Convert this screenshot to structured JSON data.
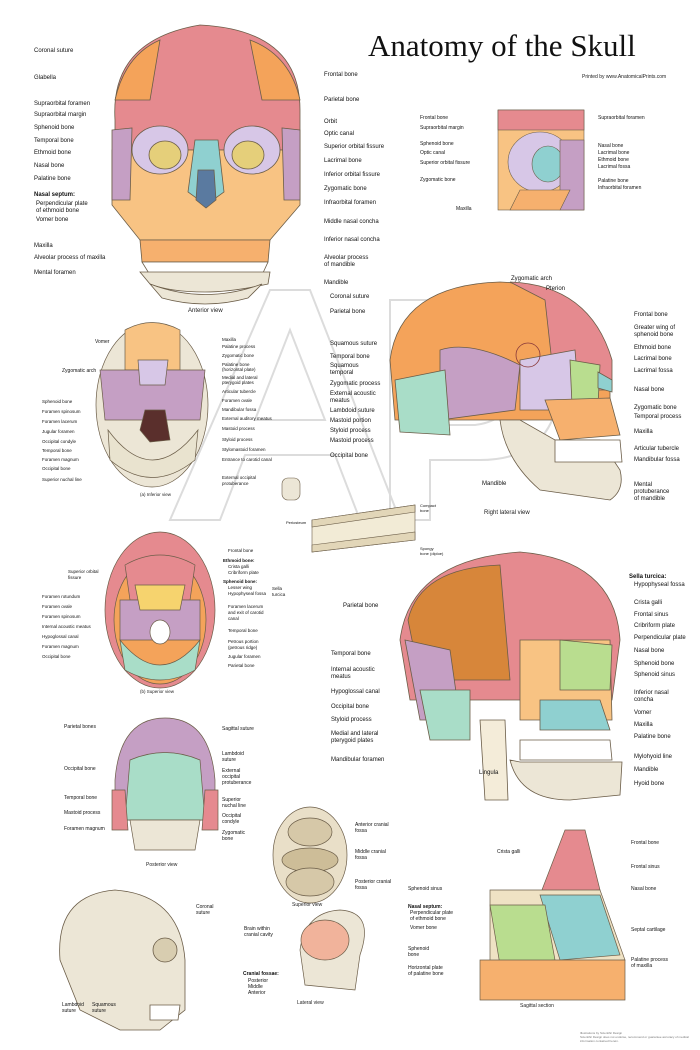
{
  "header": {
    "title": "Anatomy of the Skull",
    "credit": "Printed by www.AnatomicalPrints.com",
    "watermark": "AP"
  },
  "footer": {
    "line1": "Illustrations by Scientific Design",
    "line2": "Scientific Design does not endorse, recommend or guarantee accuracy of medical information contained herein."
  },
  "anterior": {
    "caption": "Anterior view",
    "left_labels": [
      "Coronal suture",
      "Glabella",
      "Supraorbital foramen",
      "Supraorbital margin",
      "Sphenoid bone",
      "Temporal bone",
      "Ethmoid bone",
      "Nasal bone",
      "Palatine bone",
      "Nasal septum:",
      "Perpendicular plate",
      "of ethmoid bone",
      "Vomer bone",
      "Maxilla",
      "Alveolar process of maxilla",
      "Mental foramen"
    ],
    "right_labels": [
      "Frontal bone",
      "Parietal bone",
      "Orbit",
      "Optic canal",
      "Superior orbital fissure",
      "Lacrimal bone",
      "Inferior orbital fissure",
      "Zygomatic bone",
      "Infraorbital foramen",
      "Middle nasal concha",
      "Inferior nasal concha",
      "Alveolar process",
      "of mandible",
      "Mandible"
    ]
  },
  "orbit_inset": {
    "left_labels": [
      "Frontal bone",
      "Supraorbital margin",
      "Sphenoid bone",
      "Optic canal",
      "Superior orbital fissure",
      "Zygomatic bone",
      "Maxilla"
    ],
    "right_labels": [
      "Supraorbital foramen",
      "Nasal bone",
      "Lacrimal bone",
      "Ethmoid bone",
      "Lacrimal fossa",
      "Palatine bone",
      "Infraorbital foramen"
    ]
  },
  "inferior": {
    "caption": "(a) Inferior view",
    "top_labels": [
      "Vomer",
      "Zygomatic arch"
    ],
    "left_labels": [
      "Sphenoid bone",
      "Foramen spinosum",
      "Foramen lacerum",
      "Jugular foramen",
      "Occipital condyle",
      "Temporal bone",
      "Foramen magnum",
      "Occipital bone",
      "Superior nuchal line"
    ],
    "right_labels": [
      "Maxilla",
      "Palatine process",
      "Zygomatic bone",
      "Palatine bone",
      "(horizontal plate)",
      "Medial and lateral",
      "pterygoid plates",
      "Articular tubercle",
      "Foramen ovale",
      "Mandibular fossa",
      "External auditory meatus",
      "Mastoid process",
      "Styloid process",
      "Stylomastoid foramen",
      "Entrance to carotid canal",
      "External occipital",
      "protuberance"
    ]
  },
  "right_lateral": {
    "caption": "Right lateral view",
    "left_labels": [
      "Coronal suture",
      "Parietal bone",
      "Squamous suture",
      "Temporal bone",
      "Squamous",
      "temporal",
      "Zygomatic process",
      "External acoustic",
      "meatus",
      "Lambdoid suture",
      "Mastoid portion",
      "Styloid process",
      "Mastoid process",
      "Occipital bone",
      "Mandible"
    ],
    "top_labels": [
      "Zygomatic arch",
      "Pterion"
    ],
    "right_labels": [
      "Frontal bone",
      "Greater wing of",
      "sphenoid bone",
      "Ethmoid bone",
      "Lacrimal bone",
      "Lacrimal fossa",
      "Nasal bone",
      "Zygomatic bone",
      "Temporal process",
      "Maxilla",
      "Articular tubercle",
      "Mandibular fossa",
      "Mental",
      "protuberance",
      "of mandible"
    ]
  },
  "bone_inset": {
    "labels": [
      "Compact",
      "bone",
      "Periosteum",
      "Spongy",
      "bone (diploe)"
    ]
  },
  "superior": {
    "caption": "(b) Superior view",
    "left_labels": [
      "Superior orbital",
      "fissure",
      "Foramen rotundum",
      "Foramen ovale",
      "Foramen spinosum",
      "Internal acoustic meatus",
      "Hypoglossal canal",
      "Foramen magnum",
      "Occipital bone"
    ],
    "right_labels": [
      "Frontal bone",
      "Ethmoid bone:",
      "Crista galli",
      "Cribriform plate",
      "Sphenoid bone:",
      "Lesser wing",
      "Hypophyseal fossa",
      "Sella",
      "turcica",
      "Foramen lacerum",
      "and exit of carotid",
      "canal",
      "Temporal bone",
      "Petrous portion",
      "(petrous ridge)",
      "Jugular foramen",
      "Parietal bone"
    ]
  },
  "midsagittal": {
    "left_labels": [
      "Parietal bone",
      "Temporal bone",
      "Internal acoustic",
      "meatus",
      "Hypoglossal canal",
      "Occipital bone",
      "Styloid process",
      "Medial and lateral",
      "pterygoid plates",
      "Mandibular foramen",
      "Lingula"
    ],
    "right_labels": [
      "Sella turcica:",
      "Hypophyseal fossa",
      "Crista galli",
      "Frontal sinus",
      "Cribriform plate",
      "Perpendicular plate",
      "Nasal bone",
      "Sphenoid bone",
      "Sphenoid sinus",
      "Inferior nasal",
      "concha",
      "Vomer",
      "Maxilla",
      "Palatine bone",
      "Mylohyoid line",
      "Mandible",
      "Hyoid bone"
    ]
  },
  "posterior": {
    "caption": "Posterior view",
    "left_labels": [
      "Parietal bones",
      "Occipital bone",
      "Temporal bone",
      "Mastoid process",
      "Foramen magnum"
    ],
    "right_labels": [
      "Sagittal suture",
      "Lambdoid",
      "suture",
      "External",
      "occipital",
      "protuberance",
      "Superior",
      "nuchal line",
      "Occipital",
      "condyle",
      "Zygomatic",
      "bone"
    ]
  },
  "fossae": {
    "caption": "Superior view",
    "labels": [
      "Anterior cranial",
      "fossa",
      "Middle cranial",
      "fossa",
      "Posterior cranial",
      "fossa"
    ]
  },
  "brain_lateral": {
    "caption": "Lateral view",
    "labels": [
      "Brain within",
      "cranial cavity",
      "Cranial fossae:",
      "Posterior",
      "Middle",
      "Anterior"
    ]
  },
  "obl_skull": {
    "labels": [
      "Coronal",
      "suture",
      "Lambdoid",
      "suture",
      "Squamous",
      "suture"
    ]
  },
  "sagittal_section": {
    "caption": "Sagittal section",
    "left_labels": [
      "Crista galli",
      "Sphenoid sinus",
      "Nasal septum:",
      "Perpendicular plate",
      "of ethmoid bone",
      "Vomer bone",
      "Sphenoid",
      "bone",
      "Horizontal plate",
      "of palatine bone"
    ],
    "right_labels": [
      "Frontal bone",
      "Frontal sinus",
      "Nasal bone",
      "Septal cartilage",
      "Palatine process",
      "of maxilla"
    ]
  },
  "colors": {
    "frontal": "#e58a8f",
    "parietal": "#f4a35a",
    "temporal": "#c59fc4",
    "sphenoid": "#d7c7e7",
    "zygomatic": "#f8c383",
    "maxilla": "#f6b06e",
    "ethmoid": "#b9dd8f",
    "nasal": "#8fd0d0",
    "lacrimal": "#c8e08e",
    "occipital": "#a9ddc8",
    "mandible": "#ece6d6",
    "teeth": "#ffffff",
    "bone_outline": "#6b5d48"
  }
}
